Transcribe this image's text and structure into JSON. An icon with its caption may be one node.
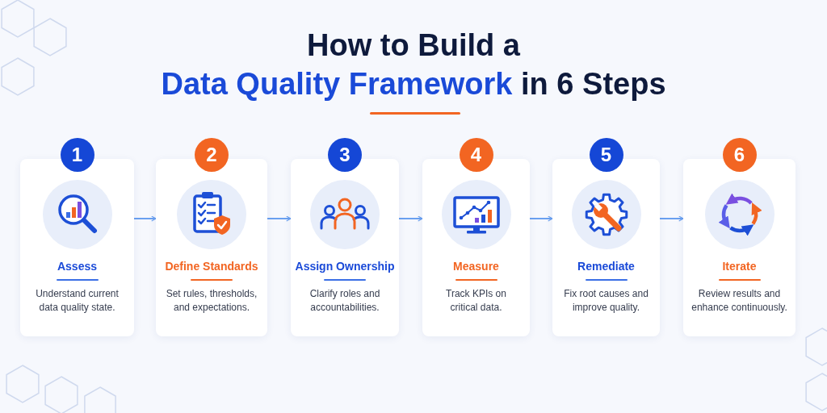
{
  "diagram": {
    "title": "How to Build a **Data Quality Framework** in 6 Steps",
    "nodes": [
      {
        "text": [
          "1"
        ]
      },
      {
        "text": [
          "Assess",
          "Understand current data quality state."
        ]
      },
      {
        "text": [
          "2"
        ]
      },
      {
        "text": [
          "Define Standards",
          "Set rules, thresholds, and expectations."
        ]
      },
      {
        "text": [
          "3"
        ]
      },
      {
        "text": [
          "Assign Ownership",
          "Clarify roles and accountabilities."
        ]
      },
      {
        "text": [
          "4"
        ]
      },
      {
        "text": [
          "Measure",
          "Track KPIs on critical data."
        ]
      },
      {
        "text": [
          "5"
        ]
      },
      {
        "text": [
          "Remediate",
          "Fix root causes and improve quality."
        ]
      },
      {
        "text": [
          "6"
        ]
      },
      {
        "text": [
          "Iterate",
          "Review results and enhance continuously."
        ]
      }
    ],
    "edges": [
      {
        "from": 1,
        "to": 3,
        "arrow": "to"
      },
      {
        "from": 3,
        "to": 5,
        "arrow": "to"
      },
      {
        "from": 5,
        "to": 7,
        "arrow": "to"
      },
      {
        "from": 7,
        "to": 9,
        "arrow": "to"
      },
      {
        "from": 9,
        "to": 11,
        "arrow": "to"
      }
    ]
  }
}
